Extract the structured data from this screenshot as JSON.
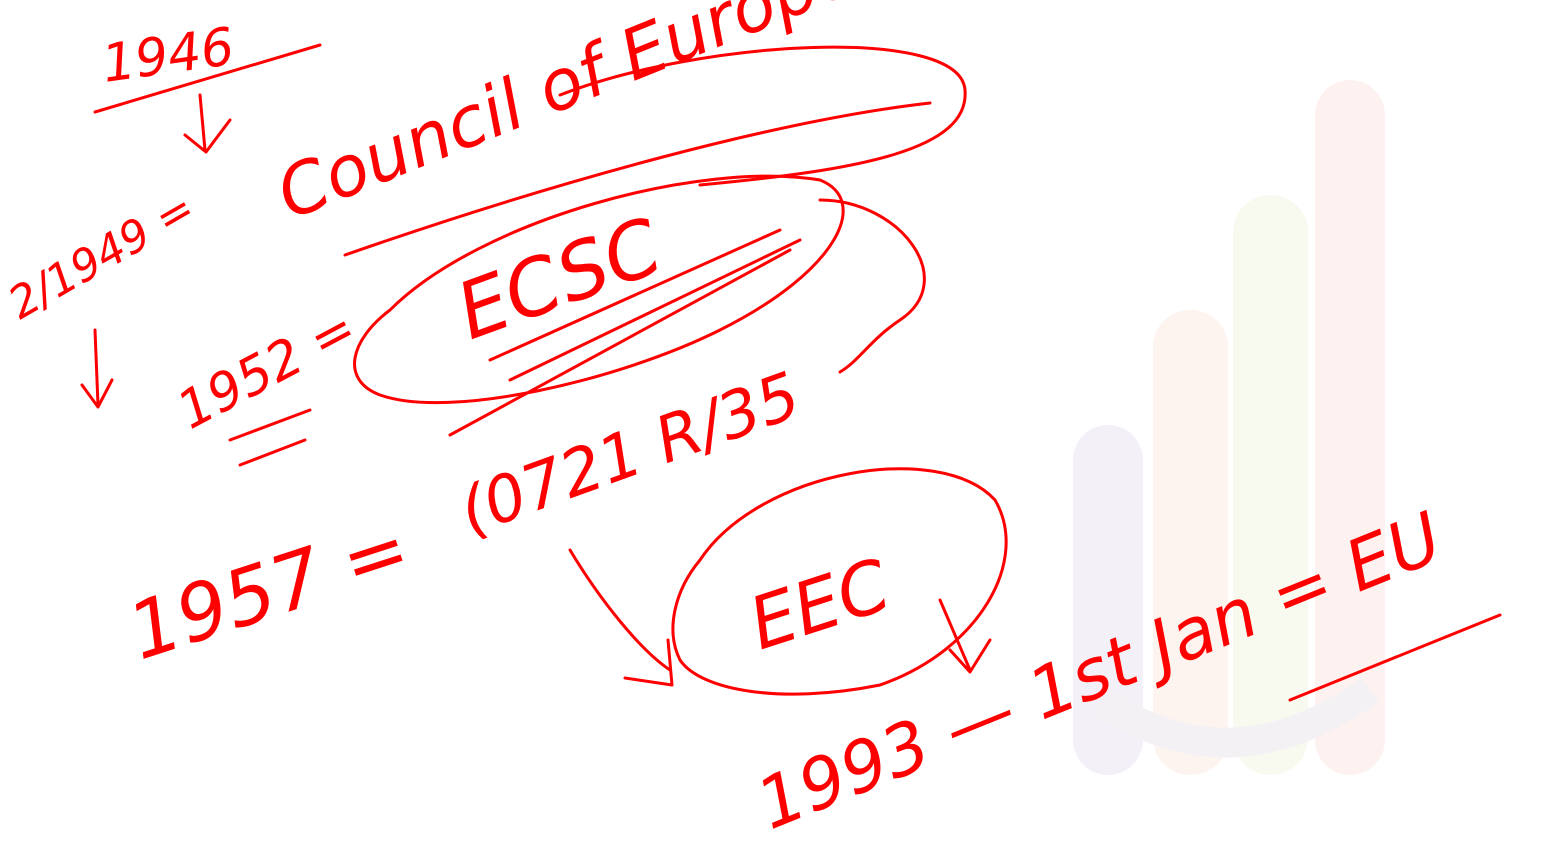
{
  "notes": {
    "year_1946": "1946",
    "year_1949": "2/1949 =",
    "council": "Council of Europe",
    "year_1952": "1952 =",
    "ecsc": "ECSC",
    "treaty_note": "(0721 R/35",
    "year_1957": "1957 =",
    "eec": "EEC",
    "year_1993": "1993 — 1st Jan = EU"
  },
  "colors": {
    "ink": "#ff0000",
    "watermark": [
      "#f1eef6",
      "#fdf3ee",
      "#fbf8ea",
      "#f5f9ee",
      "#fdf1ee"
    ]
  },
  "watermark_icon": "bar-chart-logo-watermark"
}
